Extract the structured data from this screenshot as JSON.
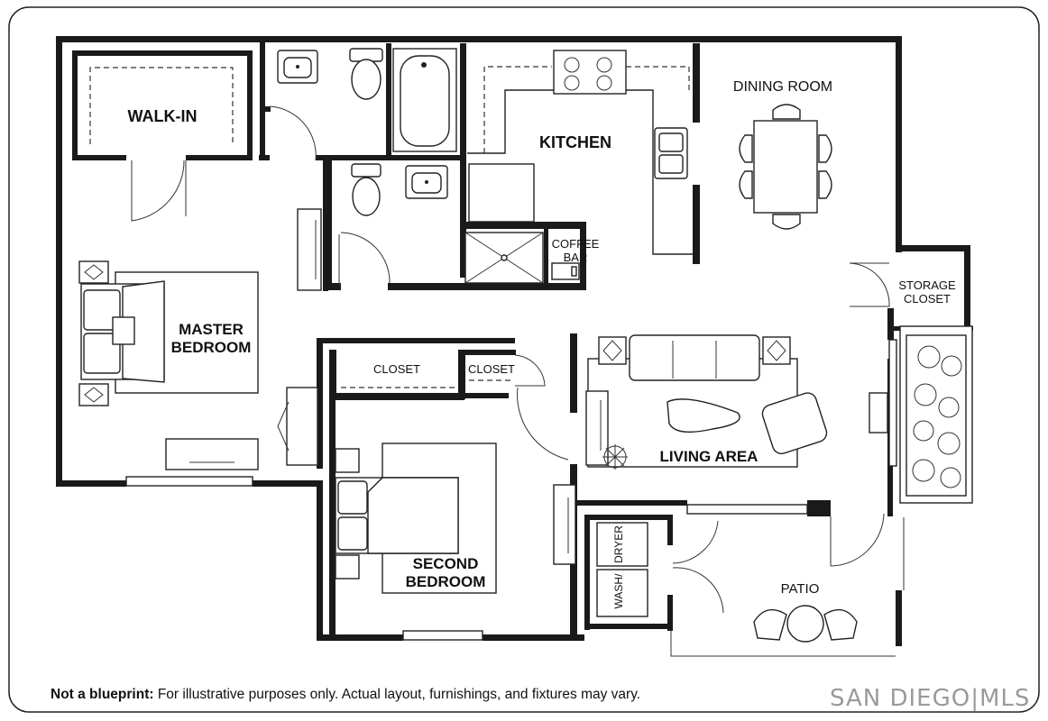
{
  "rooms": {
    "walk_in": "WALK-IN",
    "kitchen": "KITCHEN",
    "dining_room": "DINING ROOM",
    "coffee_bar": [
      "COFFEE",
      "BAR"
    ],
    "storage_closet": [
      "STORAGE",
      "CLOSET"
    ],
    "master_bedroom": [
      "MASTER",
      "BEDROOM"
    ],
    "closet_1": "CLOSET",
    "closet_2": "CLOSET",
    "living_area": "LIVING AREA",
    "second_bedroom": [
      "SECOND",
      "BEDROOM"
    ],
    "dryer": "DRYER",
    "wash": "WASH/",
    "patio": "PATIO"
  },
  "disclaimer": {
    "bold": "Not a blueprint:",
    "text": " For illustrative purposes only. Actual layout, furnishings, and fixtures may vary."
  },
  "brand": "SAN DIEGO|MLS",
  "colors": {
    "walls": "#1a1a1a",
    "brand": "#9a9a9a"
  }
}
